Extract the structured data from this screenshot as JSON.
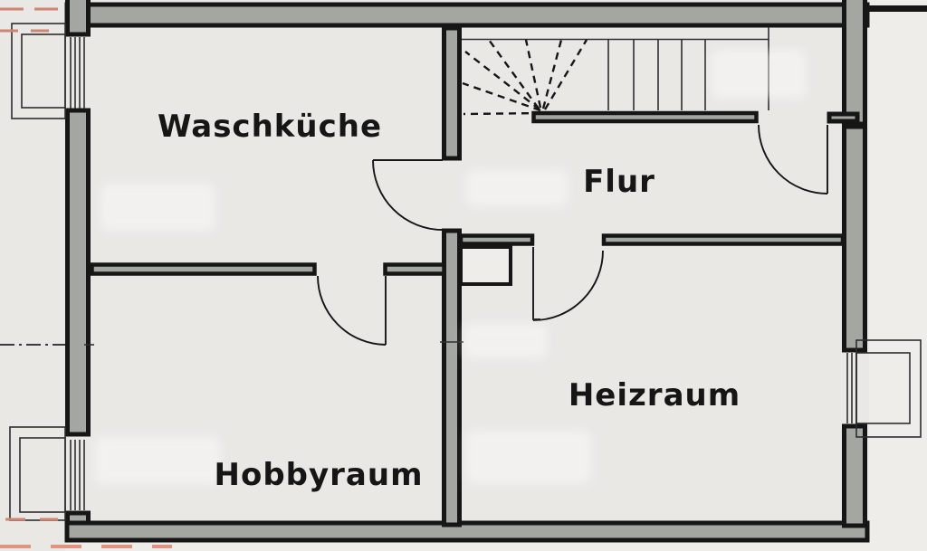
{
  "colors": {
    "paper": "#e9e8e5",
    "paper_light": "#eeedea",
    "wall_fill": "#a4a7a1",
    "ink": "#161616",
    "ink_soft": "#2e2e2e",
    "section_red": "#cf8372",
    "section_red_light": "#df9484"
  },
  "floorplan": {
    "rooms": [
      {
        "id": "waschkueche",
        "label": "Waschküche"
      },
      {
        "id": "flur",
        "label": "Flur"
      },
      {
        "id": "heizraum",
        "label": "Heizraum"
      },
      {
        "id": "hobbyraum",
        "label": "Hobbyraum"
      }
    ]
  }
}
